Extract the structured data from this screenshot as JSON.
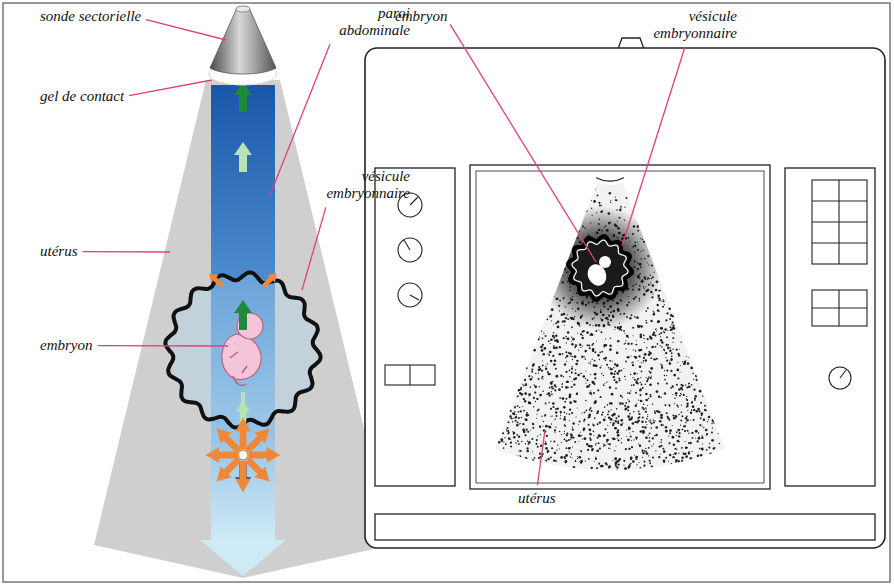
{
  "diagram": {
    "labels": [
      "sonde sectorielle",
      "paroi abdominale",
      "embryon",
      "vésicule embryonnaire",
      "gel de contact",
      "vésicule embryonnaire",
      "utérus",
      "embryon",
      "utérus"
    ]
  }
}
